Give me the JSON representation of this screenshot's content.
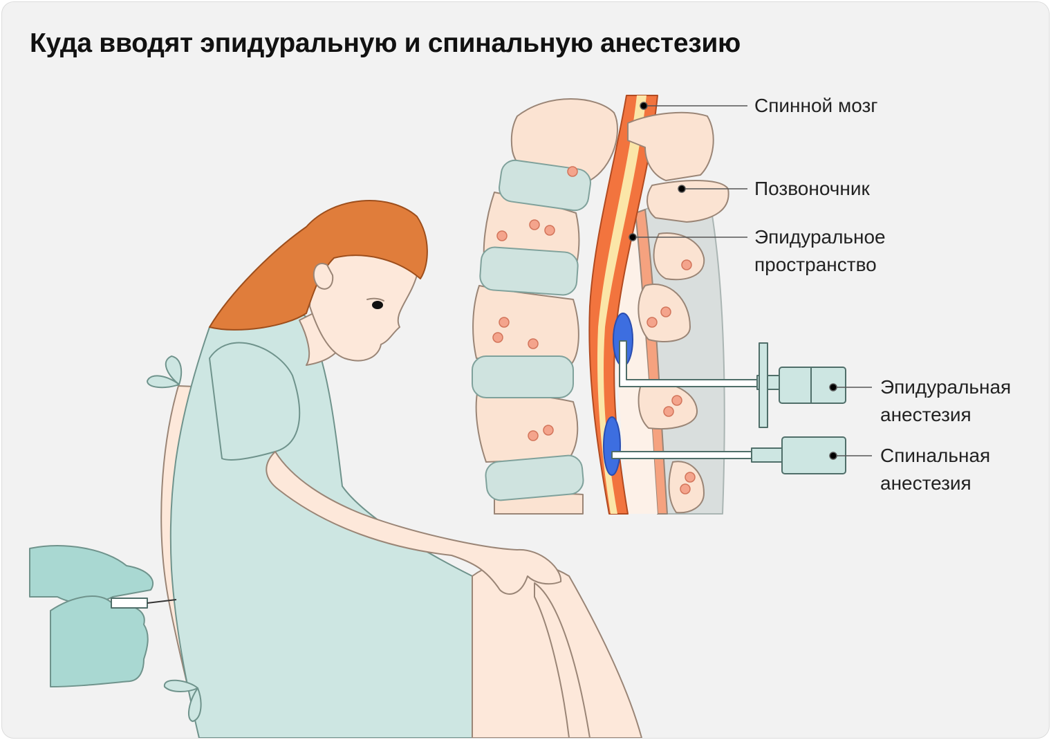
{
  "title": "Куда вводят эпидуральную и спинальную анестезию",
  "labels": {
    "spinal_cord": "Спинной мозг",
    "spine": "Позвоночник",
    "epidural_space": "Эпидуральное\nпространство",
    "epidural_anesthesia": "Эпидуральная\nанестезия",
    "spinal_anesthesia": "Спинальная\nанестезия"
  },
  "colors": {
    "background": "#f2f2f2",
    "skin": "#fde8da",
    "gown": "#cde6e2",
    "hair": "#e07d3b",
    "vertebra": "#fbe3d2",
    "disc": "#cfe3df",
    "spinal_cord": "#f2743e",
    "injection_site": "#3d6ee0",
    "outline": "#9a8576"
  }
}
